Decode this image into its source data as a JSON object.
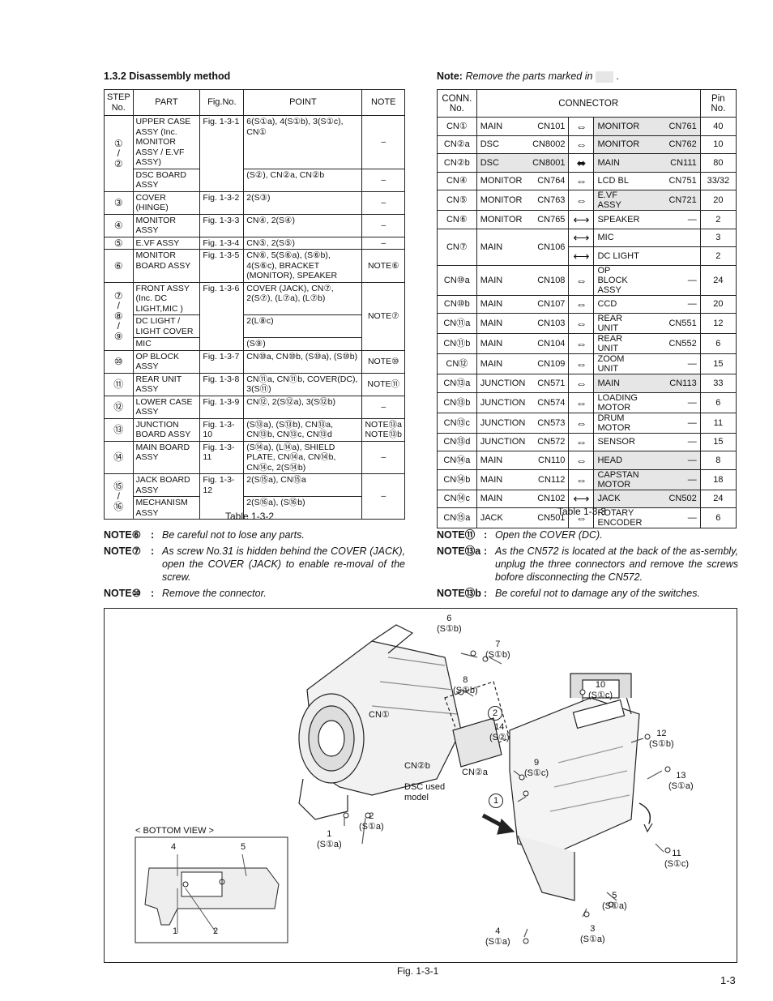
{
  "section_title": "1.3.2   Disassembly method",
  "note_title": "Note:",
  "note_text": "Remove the parts marked in",
  "note_end": ".",
  "table1": {
    "headers": [
      "STEP No.",
      "PART",
      "Fig.No.",
      "POINT",
      "NOTE"
    ],
    "caption": "Table 1-3-2",
    "rows": [
      {
        "step": "①\n/\n②",
        "part": "UPPER CASE ASSY (Inc. MONITOR ASSY / E.VF ASSY)",
        "fig": "Fig. 1-3-1",
        "point": "6(S①a), 4(S①b), 3(S①c), CN①",
        "note": "–"
      },
      {
        "step": "",
        "part": "DSC BOARD ASSY",
        "fig": "",
        "point": "(S②), CN②a, CN②b",
        "note": "–"
      },
      {
        "step": "③",
        "part": "COVER (HINGE)",
        "fig": "Fig. 1-3-2",
        "point": "2(S③)",
        "note": "–"
      },
      {
        "step": "④",
        "part": "MONITOR ASSY",
        "fig": "Fig. 1-3-3",
        "point": "CN④, 2(S④)",
        "note": "–"
      },
      {
        "step": "⑤",
        "part": "E.VF ASSY",
        "fig": "Fig. 1-3-4",
        "point": "CN⑤, 2(S⑤)",
        "note": "–"
      },
      {
        "step": "⑥",
        "part": "MONITOR BOARD ASSY",
        "fig": "Fig. 1-3-5",
        "point": "CN⑥, 5(S⑥a), (S⑥b), 4(S⑥c), BRACKET (MONITOR), SPEAKER",
        "note": "NOTE⑥"
      },
      {
        "step": "⑦\n/\n⑧\n/\n⑨",
        "part": "FRONT ASSY (Inc. DC LIGHT,MIC )",
        "fig": "Fig. 1-3-6",
        "point": "COVER (JACK), CN⑦, 2(S⑦), (L⑦a), (L⑦b)",
        "note": "NOTE⑦"
      },
      {
        "step": "",
        "part": "DC LIGHT / LIGHT COVER",
        "fig": "",
        "point": "2(L⑧c)",
        "note": ""
      },
      {
        "step": "",
        "part": "MIC",
        "fig": "",
        "point": "(S⑨)",
        "note": ""
      },
      {
        "step": "⑩",
        "part": "OP BLOCK ASSY",
        "fig": "Fig. 1-3-7",
        "point": "CN⑩a, CN⑩b, (S⑩a), (S⑩b)",
        "note": "NOTE⑩"
      },
      {
        "step": "⑪",
        "part": "REAR UNIT ASSY",
        "fig": "Fig. 1-3-8",
        "point": "CN⑪a, CN⑪b, COVER(DC), 3(S⑪)",
        "note": "NOTE⑪"
      },
      {
        "step": "⑫",
        "part": "LOWER CASE ASSY",
        "fig": "Fig. 1-3-9",
        "point": "CN⑫, 2(S⑫a), 3(S⑫b)",
        "note": "–"
      },
      {
        "step": "⑬",
        "part": "JUNCTION BOARD ASSY",
        "fig": "Fig. 1-3-10",
        "point": "(S⑬a), (S⑬b), CN⑬a, CN⑬b, CN⑬c, CN⑬d",
        "note": "NOTE⑬a NOTE⑬b"
      },
      {
        "step": "⑭",
        "part": "MAIN BOARD ASSY",
        "fig": "Fig. 1-3-11",
        "point": "(S⑭a), (L⑭a), SHIELD PLATE, CN⑭a, CN⑭b, CN⑭c, 2(S⑭b)",
        "note": "–"
      },
      {
        "step": "⑮\n/\n⑯",
        "part": "JACK BOARD ASSY",
        "fig": "Fig. 1-3-12",
        "point": "2(S⑮a), CN⑮a",
        "note": "–"
      },
      {
        "step": "",
        "part": "MECHANISM ASSY",
        "fig": "",
        "point": "2(S⑯a), (S⑯b)",
        "note": ""
      }
    ]
  },
  "table2": {
    "headers": [
      "CONN. No.",
      "CONNECTOR",
      "Pin No."
    ],
    "caption": "Table 1-3-3",
    "rows": [
      {
        "cn": "CN①",
        "from": "MAIN",
        "fref": "CN101",
        "arrow": "⇔",
        "to": "MONITOR",
        "tref": "CN761",
        "pin": "40"
      },
      {
        "cn": "CN②a",
        "from": "DSC",
        "fref": "CN8002",
        "arrow": "⇔",
        "to": "MONITOR",
        "tref": "CN762",
        "pin": "10"
      },
      {
        "cn": "CN②b",
        "from": "DSC",
        "fref": "CN8001",
        "arrow": "⬌",
        "to": "MAIN",
        "tref": "CN111",
        "pin": "80"
      },
      {
        "cn": "CN④",
        "from": "MONITOR",
        "fref": "CN764",
        "arrow": "⇔",
        "to": "LCD BL",
        "tref": "CN751",
        "pin": "33/32"
      },
      {
        "cn": "CN⑤",
        "from": "MONITOR",
        "fref": "CN763",
        "arrow": "⇔",
        "to": "E.VF ASSY",
        "tref": "CN721",
        "pin": "20"
      },
      {
        "cn": "CN⑥",
        "from": "MONITOR",
        "fref": "CN765",
        "arrow": "⟷",
        "to": "SPEAKER",
        "tref": "—",
        "pin": "2"
      },
      {
        "cn": "CN⑦",
        "from": "MAIN",
        "fref": "CN106",
        "arrow": "⟷",
        "to": "MIC",
        "tref": "",
        "pin": "3"
      },
      {
        "cn": "",
        "from": "",
        "fref": "",
        "arrow": "⟷",
        "to": "DC LIGHT",
        "tref": "",
        "pin": "2"
      },
      {
        "cn": "CN⑩a",
        "from": "MAIN",
        "fref": "CN108",
        "arrow": "⇔",
        "to": "OP BLOCK ASSY",
        "tref": "—",
        "pin": "24"
      },
      {
        "cn": "CN⑩b",
        "from": "MAIN",
        "fref": "CN107",
        "arrow": "⇔",
        "to": "CCD",
        "tref": "—",
        "pin": "20"
      },
      {
        "cn": "CN⑪a",
        "from": "MAIN",
        "fref": "CN103",
        "arrow": "⇔",
        "to": "REAR UNIT",
        "tref": "CN551",
        "pin": "12"
      },
      {
        "cn": "CN⑪b",
        "from": "MAIN",
        "fref": "CN104",
        "arrow": "⇔",
        "to": "REAR UNIT",
        "tref": "CN552",
        "pin": "6"
      },
      {
        "cn": "CN⑫",
        "from": "MAIN",
        "fref": "CN109",
        "arrow": "⇔",
        "to": "ZOOM UNIT",
        "tref": "—",
        "pin": "15"
      },
      {
        "cn": "CN⑬a",
        "from": "JUNCTION",
        "fref": "CN571",
        "arrow": "⇔",
        "to": "MAIN",
        "tref": "CN113",
        "pin": "33"
      },
      {
        "cn": "CN⑬b",
        "from": "JUNCTION",
        "fref": "CN574",
        "arrow": "⇔",
        "to": "LOADING MOTOR",
        "tref": "—",
        "pin": "6"
      },
      {
        "cn": "CN⑬c",
        "from": "JUNCTION",
        "fref": "CN573",
        "arrow": "⇔",
        "to": "DRUM MOTOR",
        "tref": "—",
        "pin": "11"
      },
      {
        "cn": "CN⑬d",
        "from": "JUNCTION",
        "fref": "CN572",
        "arrow": "⇔",
        "to": "SENSOR",
        "tref": "—",
        "pin": "15"
      },
      {
        "cn": "CN⑭a",
        "from": "MAIN",
        "fref": "CN110",
        "arrow": "⇔",
        "to": "HEAD",
        "tref": "—",
        "pin": "8"
      },
      {
        "cn": "CN⑭b",
        "from": "MAIN",
        "fref": "CN112",
        "arrow": "⇔",
        "to": "CAPSTAN MOTOR",
        "tref": "—",
        "pin": "18"
      },
      {
        "cn": "CN⑭c",
        "from": "MAIN",
        "fref": "CN102",
        "arrow": "⟷",
        "to": "JACK",
        "tref": "CN502",
        "pin": "24"
      },
      {
        "cn": "CN⑮a",
        "from": "JACK",
        "fref": "CN501",
        "arrow": "⇔",
        "to": "ROTARY ENCODER",
        "tref": "—",
        "pin": "6"
      }
    ]
  },
  "notes_left": [
    {
      "label": "NOTE⑥",
      "sep": ":",
      "text": "Be careful not to lose any parts."
    },
    {
      "label": "NOTE⑦",
      "sep": ":",
      "text": "As screw No.31 is hidden behind the COVER (JACK),  open the COVER (JACK) to enable re-moval of the screw."
    },
    {
      "label": "NOTE⑩",
      "sep": ":",
      "text": "Remove the connector."
    }
  ],
  "notes_right": [
    {
      "label": "NOTE⑪",
      "sep": ":",
      "text": "Open the COVER (DC)."
    },
    {
      "label": "NOTE⑬a",
      "sep": ":",
      "text": "As the CN572 is located at the back of the as-sembly, unplug the three connectors and remove the screws bofore disconnecting the CN572."
    },
    {
      "label": "NOTE⑬b",
      "sep": ":",
      "text": "Be coreful not to damage any of the switches."
    }
  ],
  "figure": {
    "caption": "Fig. 1-3-1",
    "bottom_view": "< BOTTOM VIEW >",
    "labels": {
      "s6": "6",
      "s6b": "(S①b)",
      "s7": "7",
      "s7b": "(S①b)",
      "s8": "8",
      "s8b": "(S①b)",
      "s10": "10",
      "s10b": "(S①c)",
      "s12": "12",
      "s12b": "(S①b)",
      "s13": "13",
      "s13b": "(S①a)",
      "s14": "14",
      "s14b": "(S②)",
      "s9": "9",
      "s9b": "(S①c)",
      "s2": "2",
      "s2b": "(S①a)",
      "s1": "1",
      "s1b": "(S①a)",
      "s11": "11",
      "s11b": "(S①c)",
      "s5": "5",
      "s5b": "(S①a)",
      "s4": "4",
      "s4b": "(S①a)",
      "s3": "3",
      "s3b": "(S①a)",
      "cn1": "CN①",
      "cn2b": "CN②b",
      "cn2a": "CN②a",
      "dsc": "DSC used model",
      "c1": "1",
      "c2": "2",
      "bv4": "4",
      "bv5": "5",
      "bv1": "1",
      "bv2": "2"
    }
  },
  "page_number": "1-3"
}
